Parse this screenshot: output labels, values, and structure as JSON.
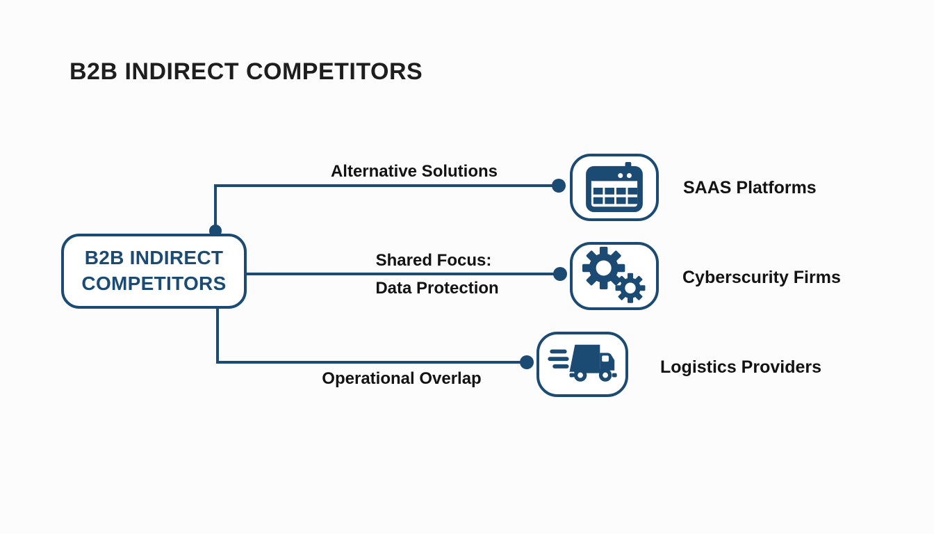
{
  "title": "B2B INDIRECT COMPETITORS",
  "colors": {
    "primary": "#1b4a73",
    "text": "#131313",
    "background": "#fcfcfd"
  },
  "root_node": {
    "label_line1": "B2B INDIRECT",
    "label_line2": "COMPETITORS"
  },
  "branches": [
    {
      "edge_label": "Alternative Solutions",
      "node_label": "SAAS Platforms",
      "icon": "calendar-icon"
    },
    {
      "edge_label": "Shared Focus:",
      "edge_label_line2": "Data Protection",
      "node_label": "Cyberscurity Firms",
      "icon": "gears-icon"
    },
    {
      "edge_label": "Operational Overlap",
      "node_label": "Logistics Providers",
      "icon": "delivery-truck-icon"
    }
  ]
}
